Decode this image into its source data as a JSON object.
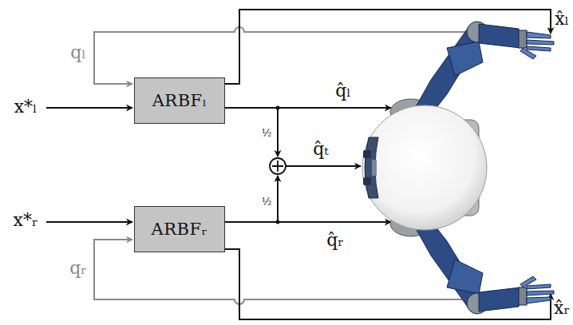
{
  "diagram": {
    "nodes": [
      {
        "text": [
          "ARBFₗ"
        ]
      },
      {
        "text": [
          "ARBFᵣ"
        ]
      }
    ],
    "labels": [
      "qₗ",
      "x*ₗ",
      "q̂ₗ",
      "½",
      "q̂ₜ",
      "½",
      "x*ᵣ",
      "q̂ᵣ",
      "qᵣ",
      "x̂ₗ",
      "x̂ᵣ"
    ]
  }
}
